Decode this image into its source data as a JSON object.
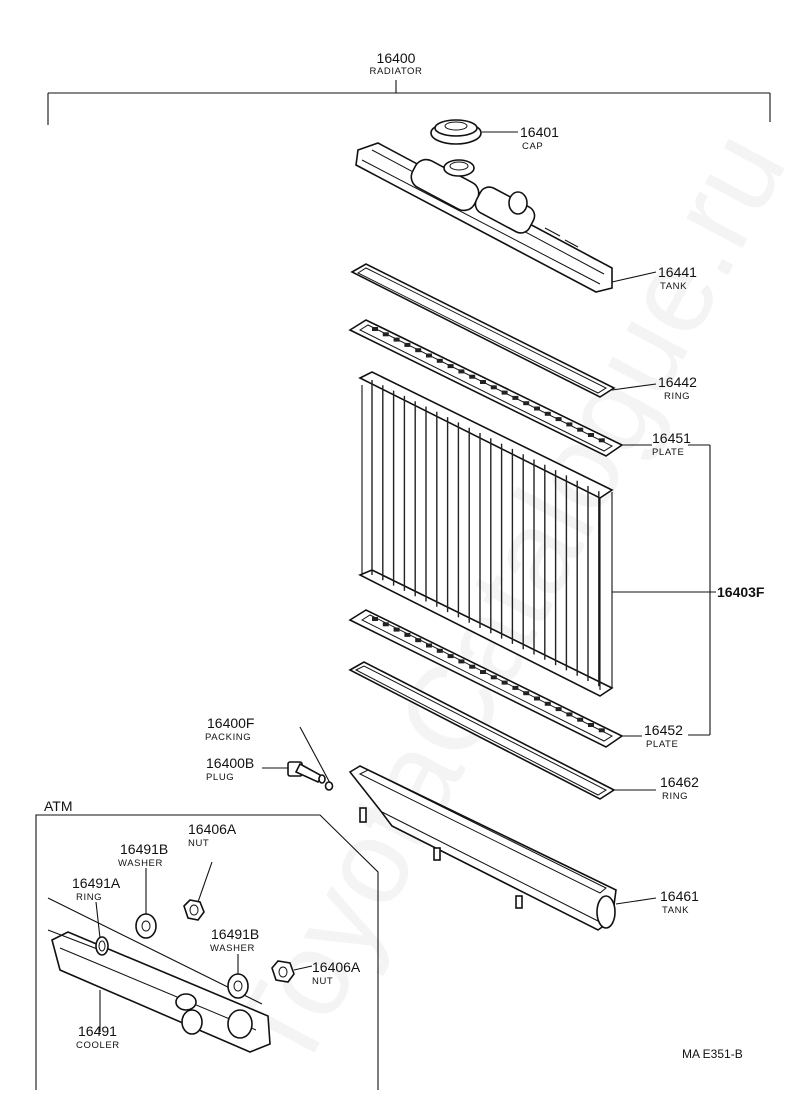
{
  "watermark": "ToyotaCatalogue.ru",
  "diagram_code": "MA E351-B",
  "atm": {
    "label": "ATM"
  },
  "parts": [
    {
      "key": "radiator",
      "number": "16400",
      "name": "RADIATOR"
    },
    {
      "key": "cap",
      "number": "16401",
      "name": "CAP"
    },
    {
      "key": "upper_tank",
      "number": "16441",
      "name": "TANK"
    },
    {
      "key": "upper_ring",
      "number": "16442",
      "name": "RING"
    },
    {
      "key": "upper_plate",
      "number": "16451",
      "name": "PLATE"
    },
    {
      "key": "core",
      "number": "16403F",
      "name": ""
    },
    {
      "key": "lower_plate",
      "number": "16452",
      "name": "PLATE"
    },
    {
      "key": "lower_ring",
      "number": "16462",
      "name": "RING"
    },
    {
      "key": "lower_tank",
      "number": "16461",
      "name": "TANK"
    },
    {
      "key": "packing",
      "number": "16400F",
      "name": "PACKING"
    },
    {
      "key": "plug",
      "number": "16400B",
      "name": "PLUG"
    },
    {
      "key": "nut_upper",
      "number": "16406A",
      "name": "NUT"
    },
    {
      "key": "washer_left",
      "number": "16491B",
      "name": "WASHER"
    },
    {
      "key": "ring_cooler",
      "number": "16491A",
      "name": "RING"
    },
    {
      "key": "washer_right",
      "number": "16491B",
      "name": "WASHER"
    },
    {
      "key": "nut_right",
      "number": "16406A",
      "name": "NUT"
    },
    {
      "key": "cooler",
      "number": "16491",
      "name": "COOLER"
    }
  ]
}
